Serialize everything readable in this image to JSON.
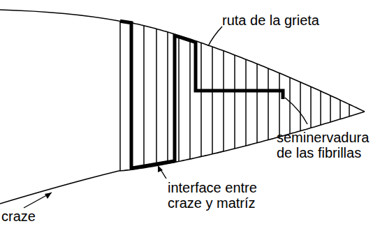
{
  "diagram": {
    "labels": [
      "ruta de la grieta",
      "seminervadura de las fibrillas",
      "interface entre craze y matríz",
      "craze"
    ]
  }
}
